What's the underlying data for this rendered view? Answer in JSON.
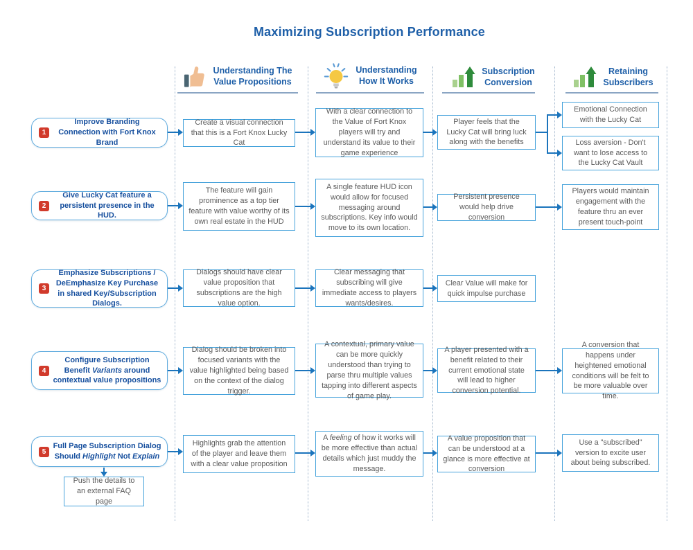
{
  "title": "Maximizing Subscription Performance",
  "colors": {
    "accent_blue": "#1E5FA8",
    "arrow_blue": "#1B74BC",
    "flow_box_border": "#45A2DB",
    "label_border": "#5FABDE",
    "badge_red": "#D13A2B",
    "body_text_gray": "#595959",
    "icon_green_dark": "#2E8B3B",
    "icon_green_mid": "#7FC064",
    "icon_green_light": "#A9D18E",
    "bulb_yellow": "#F5C843"
  },
  "columns": [
    {
      "icon": "thumbs-up-icon",
      "line1": "Understanding The",
      "line2": "Value Propositions"
    },
    {
      "icon": "lightbulb-icon",
      "line1": "Understanding",
      "line2": "How It Works"
    },
    {
      "icon": "growth-chart-icon",
      "line1": "Subscription",
      "line2": "Conversion"
    },
    {
      "icon": "growth-chart-icon",
      "line1": "Retaining",
      "line2": "Subscribers"
    }
  ],
  "rows": [
    {
      "number": "1",
      "label": "Improve Branding Connection with Fort Knox Brand",
      "boxes": {
        "value_prop": "Create a visual connection that this is a Fort Knox Lucky Cat",
        "how_it_works": "With a clear connection to the Value of Fort Knox players will try and understand its value to their game experience",
        "conversion": "Player feels that the Lucky Cat will bring luck along with the benefits",
        "retention_a": "Emotional Connection with the Lucky Cat",
        "retention_b": "Loss aversion - Don't want to lose access to the Lucky Cat Vault"
      }
    },
    {
      "number": "2",
      "label": "Give Lucky Cat feature a persistent presence in the HUD.",
      "boxes": {
        "value_prop": "The feature will gain prominence as a top tier feature with value worthy of its own real estate in the HUD",
        "how_it_works": "A single feature HUD icon would allow for focused messaging around subscriptions. Key info would move to its own location.",
        "conversion": "Persistent presence would help drive conversion",
        "retention": "Players would maintain engagement with the feature thru an ever present touch-point"
      }
    },
    {
      "number": "3",
      "label": "Emphasize Subscriptions / DeEmphasize Key Purchase in shared Key/Subscription Dialogs.",
      "boxes": {
        "value_prop": "Dialogs should have clear value proposition that subscriptions are the high value option.",
        "how_it_works": "Clear messaging that subscribing will give immediate access to players wants/desires.",
        "conversion": "Clear Value will make for quick impulse purchase"
      }
    },
    {
      "number": "4",
      "label_parts": [
        "Configure Subscription Benefit ",
        "Variants",
        " around contextual value propositions"
      ],
      "boxes": {
        "value_prop": "Dialog should be broken into focused variants with the value highlighted being based on the context of the dialog trigger.",
        "how_it_works": "A contextual, primary value can be more quickly understood than trying to parse thru multiple values tapping into different aspects of game play.",
        "conversion": "A player presented with a benefit related to their current emotional state will lead to higher conversion potential.",
        "retention": "A conversion that happens under heightened emotional conditions will be felt to be more valuable over time."
      }
    },
    {
      "number": "5",
      "label_parts": [
        "Full Page Subscription Dialog Should ",
        "Highlight",
        " Not ",
        "Explain"
      ],
      "faq_box": "Push the details to an external FAQ page",
      "boxes": {
        "value_prop": "Highlights grab the attention of the player and leave them with a clear value proposition",
        "how_it_works_parts": [
          "A ",
          "feeling",
          " of how  it works will be more effective than actual details which just muddy the message."
        ],
        "conversion": "A value proposition that can be understood at a glance is more effective at conversion",
        "retention": "Use a \"subscribed\" version to excite user about being subscribed."
      }
    }
  ]
}
